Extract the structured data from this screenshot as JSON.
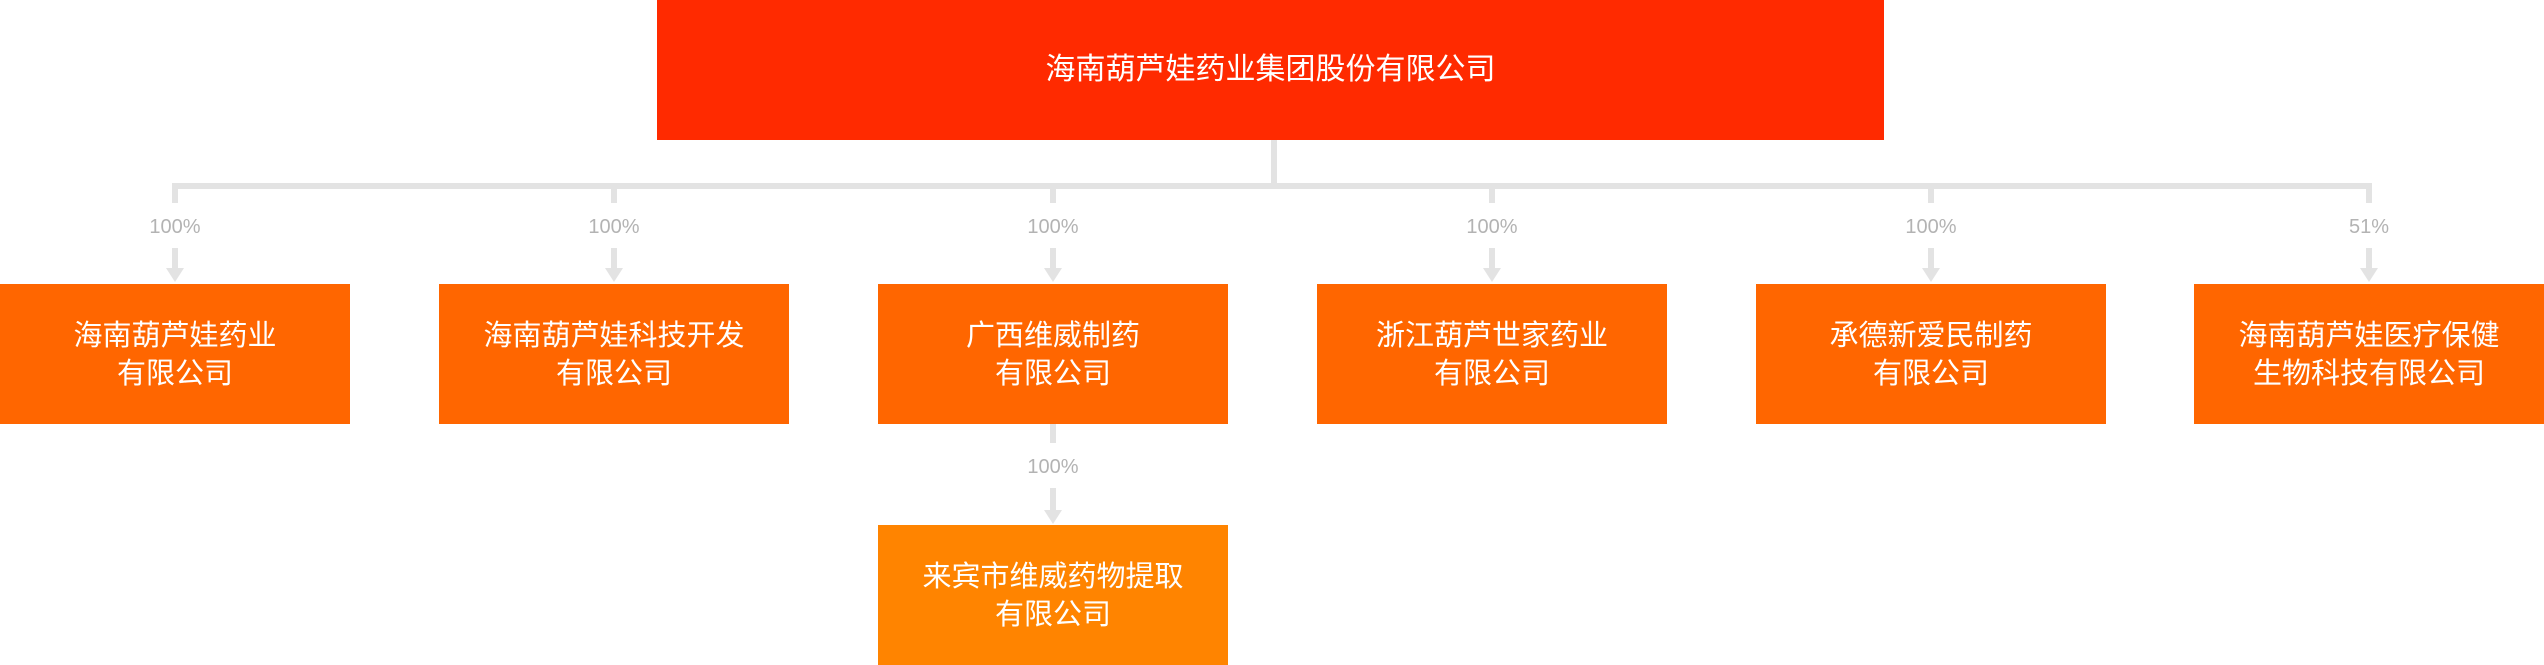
{
  "root": {
    "name": "海南葫芦娃药业集团股份有限公司",
    "color": "#ff2a00"
  },
  "colors": {
    "child": "#ff6600",
    "grandchild": "#ff8400",
    "connector": "#e3e3e3",
    "label": "#b3b3b3"
  },
  "children": [
    {
      "line1": "海南葫芦娃药业",
      "line2": "有限公司",
      "ownership": "100%"
    },
    {
      "line1": "海南葫芦娃科技开发",
      "line2": "有限公司",
      "ownership": "100%"
    },
    {
      "line1": "广西维威制药",
      "line2": "有限公司",
      "ownership": "100%"
    },
    {
      "line1": "浙江葫芦世家药业",
      "line2": "有限公司",
      "ownership": "100%"
    },
    {
      "line1": "承德新爱民制药",
      "line2": "有限公司",
      "ownership": "100%"
    },
    {
      "line1": "海南葫芦娃医疗保健",
      "line2": "生物科技有限公司",
      "ownership": "51%"
    }
  ],
  "grandchildren": [
    {
      "parent": "广西维威制药有限公司",
      "line1": "来宾市维威药物提取",
      "line2": "有限公司",
      "ownership": "100%"
    }
  ]
}
